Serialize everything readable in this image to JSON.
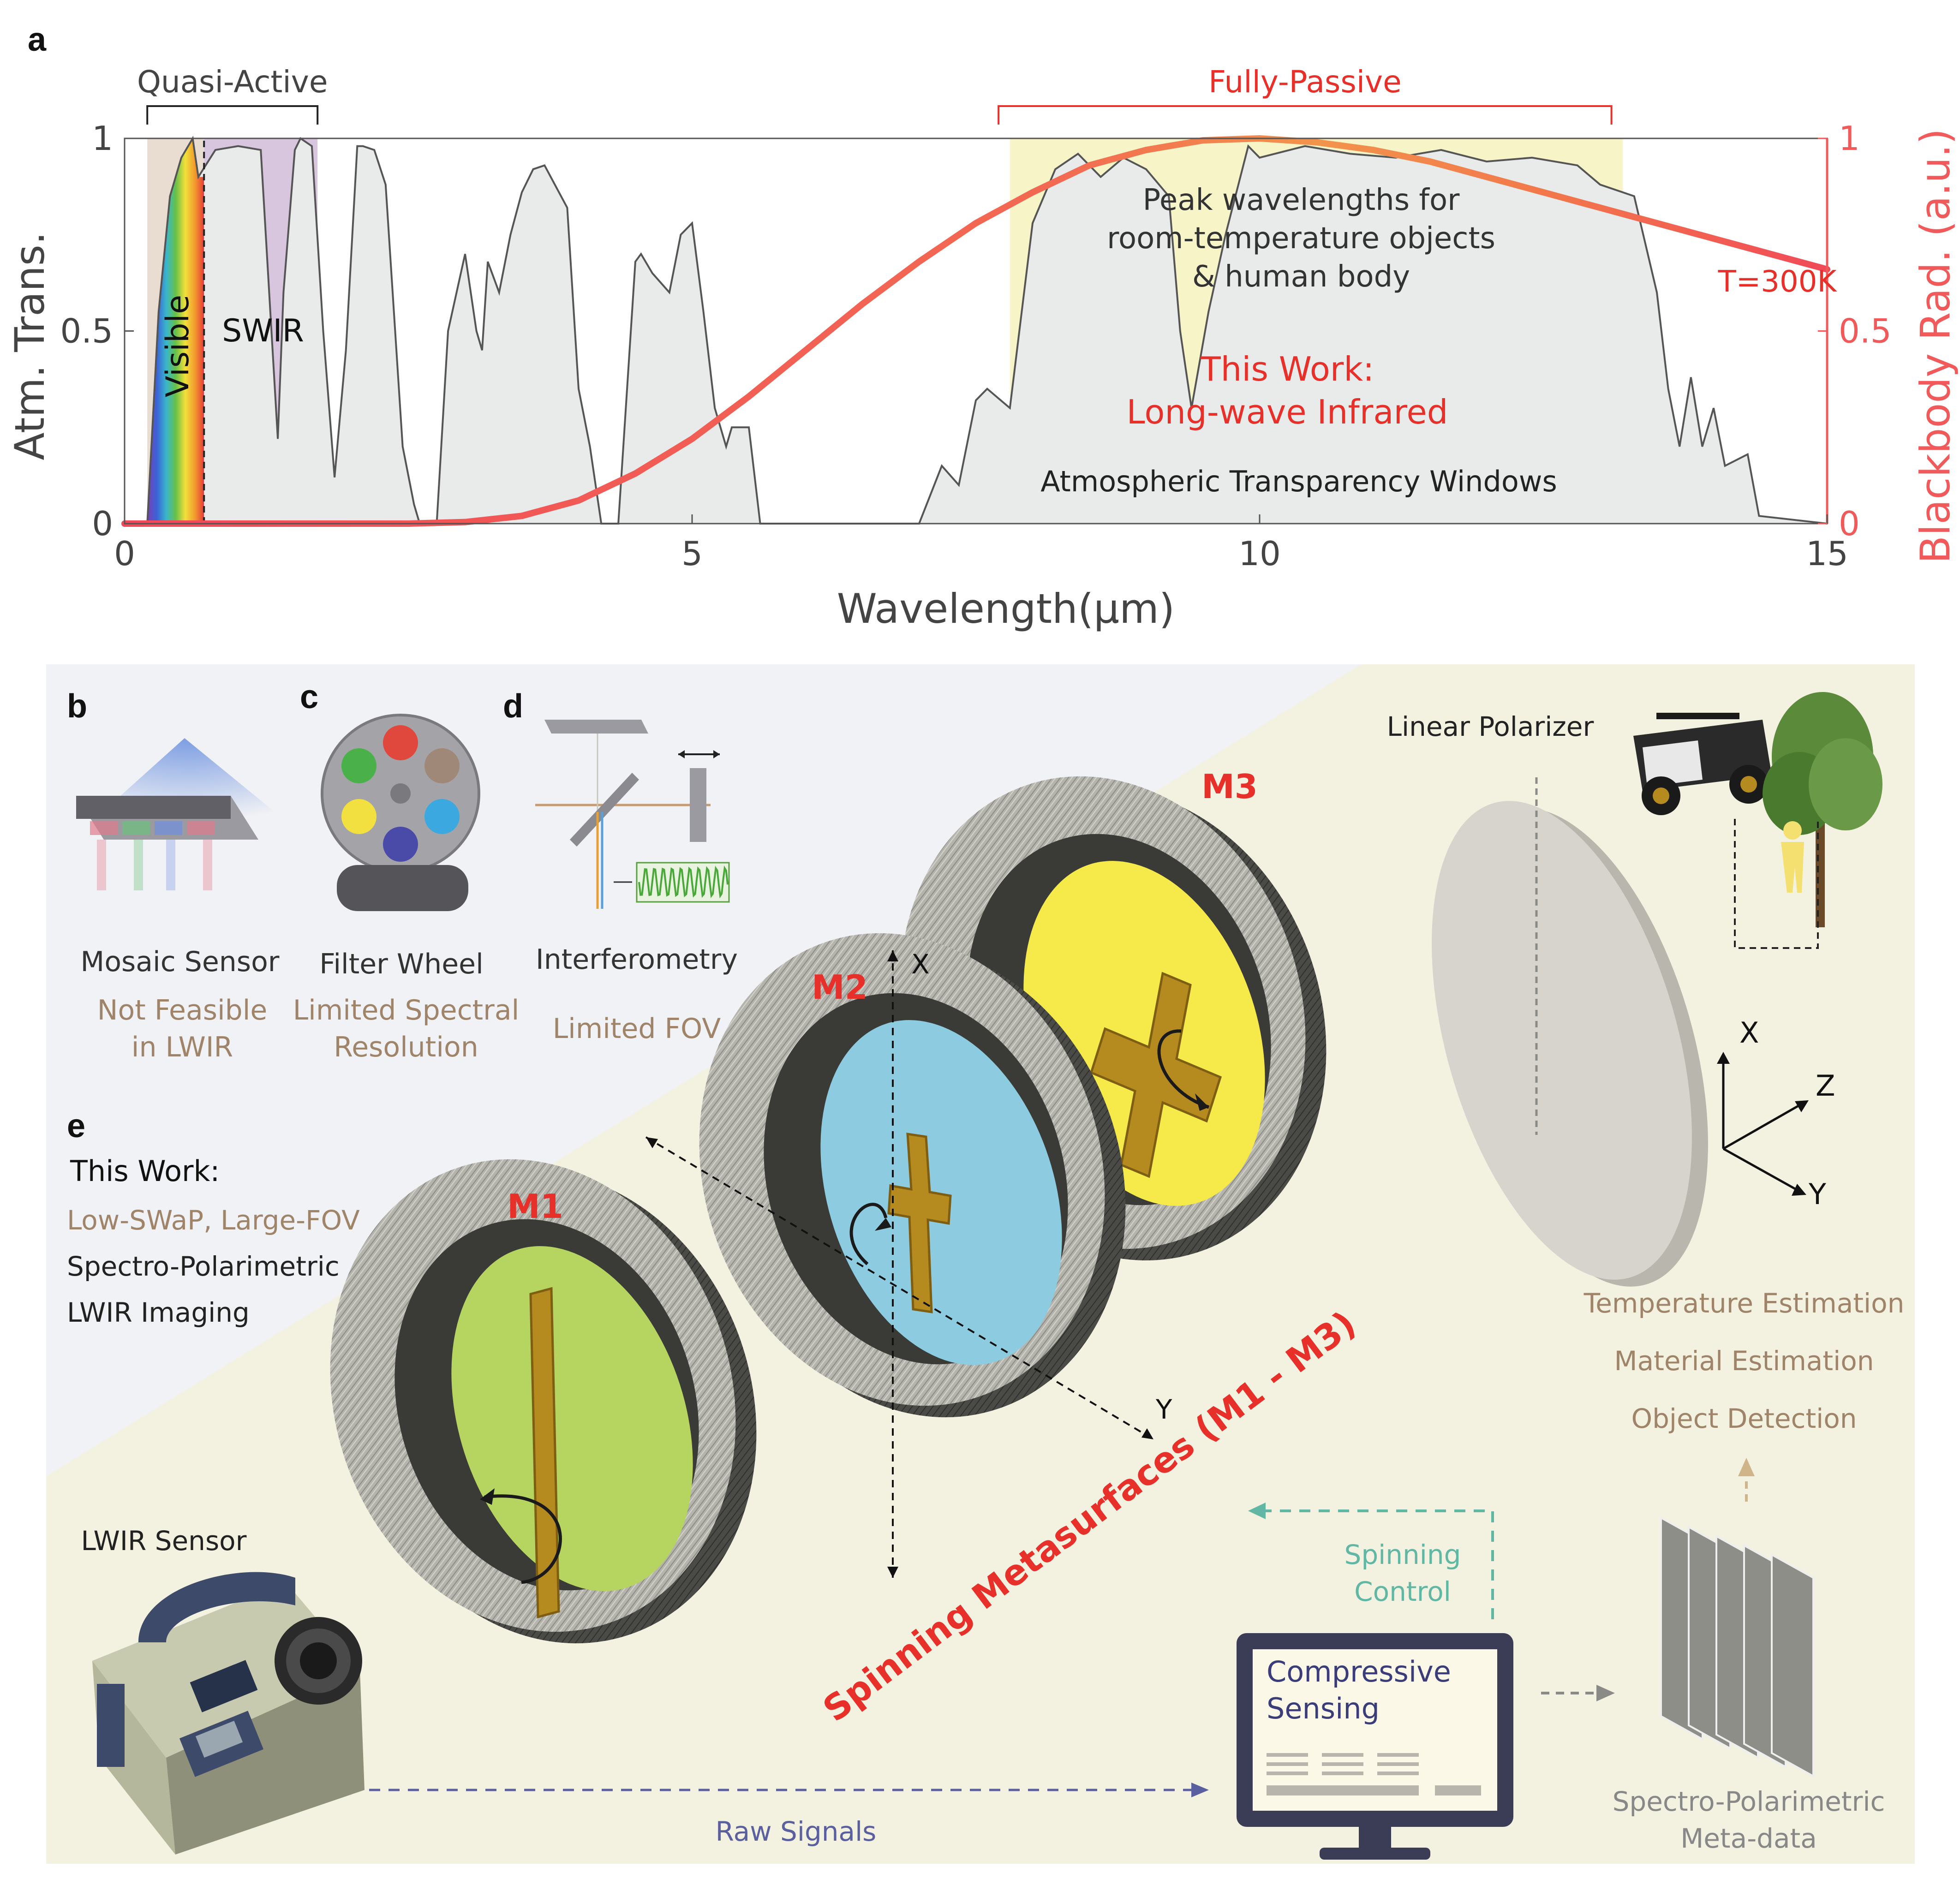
{
  "panels": {
    "a": "a",
    "b": "b",
    "c": "c",
    "d": "d",
    "e": "e"
  },
  "chart_data": {
    "type": "area",
    "xlabel": "Wavelength(μm)",
    "ylabel_left": "Atm. Trans.",
    "ylabel_right": "Blackbody Rad. (a.u.)",
    "xlim": [
      0,
      15
    ],
    "ylim": [
      0,
      1
    ],
    "x_ticks": [
      "0",
      "5",
      "10",
      "15"
    ],
    "y_ticks_left": [
      "0",
      "0.5",
      "1"
    ],
    "y_ticks_right": [
      "0",
      "0.5",
      "1"
    ],
    "series": [
      {
        "name": "Atm. Trans.",
        "x": [
          0.2,
          0.3,
          0.4,
          0.5,
          0.6,
          0.65,
          0.8,
          1.0,
          1.2,
          1.35,
          1.4,
          1.5,
          1.55,
          1.65,
          1.75,
          1.85,
          1.95,
          2.05,
          2.1,
          2.2,
          2.3,
          2.45,
          2.55,
          2.6,
          2.75,
          2.85,
          3.0,
          3.1,
          3.15,
          3.2,
          3.3,
          3.4,
          3.5,
          3.6,
          3.7,
          3.9,
          4.0,
          4.1,
          4.2,
          4.25,
          4.35,
          4.5,
          4.55,
          4.65,
          4.8,
          4.9,
          5.0,
          5.1,
          5.2,
          5.3,
          5.35,
          5.5,
          5.6,
          5.7,
          6.0,
          7.0,
          7.2,
          7.35,
          7.5,
          7.6,
          7.8,
          8.0,
          8.2,
          8.4,
          8.6,
          8.8,
          9.0,
          9.2,
          9.3,
          9.4,
          9.55,
          9.7,
          9.9,
          10.0,
          10.4,
          10.8,
          11.2,
          11.6,
          12.0,
          12.4,
          12.8,
          13.0,
          13.3,
          13.5,
          13.6,
          13.7,
          13.8,
          13.9,
          14.0,
          14.1,
          14.3,
          14.4,
          15.0
        ],
        "values": [
          0.0,
          0.55,
          0.85,
          0.95,
          1.0,
          0.9,
          0.97,
          0.98,
          0.97,
          0.22,
          0.6,
          0.97,
          1.0,
          0.98,
          0.5,
          0.12,
          0.45,
          0.98,
          0.98,
          0.97,
          0.88,
          0.2,
          0.05,
          0.0,
          0.0,
          0.5,
          0.7,
          0.5,
          0.45,
          0.68,
          0.6,
          0.75,
          0.86,
          0.92,
          0.93,
          0.82,
          0.35,
          0.2,
          0.0,
          0.0,
          0.0,
          0.68,
          0.7,
          0.65,
          0.6,
          0.75,
          0.78,
          0.55,
          0.3,
          0.2,
          0.25,
          0.25,
          0.0,
          0.0,
          0.0,
          0.0,
          0.15,
          0.1,
          0.32,
          0.35,
          0.3,
          0.78,
          0.92,
          0.96,
          0.9,
          0.95,
          0.92,
          0.85,
          0.5,
          0.3,
          0.55,
          0.75,
          0.98,
          0.95,
          0.98,
          0.96,
          0.95,
          0.97,
          0.94,
          0.95,
          0.93,
          0.88,
          0.85,
          0.6,
          0.35,
          0.2,
          0.38,
          0.2,
          0.3,
          0.15,
          0.18,
          0.02,
          0.0
        ]
      },
      {
        "name": "T=300K",
        "x": [
          0,
          1,
          2,
          2.5,
          3,
          3.5,
          4,
          4.5,
          5,
          5.5,
          6,
          6.5,
          7,
          7.5,
          8,
          8.5,
          9,
          9.5,
          10,
          10.5,
          11,
          11.5,
          12,
          12.5,
          13,
          13.5,
          14,
          14.5,
          15
        ],
        "values": [
          0,
          0,
          0,
          0.0,
          0.004,
          0.02,
          0.06,
          0.13,
          0.22,
          0.33,
          0.45,
          0.57,
          0.68,
          0.78,
          0.86,
          0.93,
          0.97,
          0.995,
          1.0,
          0.99,
          0.97,
          0.94,
          0.9,
          0.86,
          0.82,
          0.78,
          0.74,
          0.7,
          0.66
        ]
      }
    ],
    "regions": [
      {
        "label": "Visible",
        "x0": 0.2,
        "x1": 0.7
      },
      {
        "label": "SWIR",
        "x0": 0.7,
        "x1": 1.7
      },
      {
        "label": "Atmospheric Transparency Windows",
        "x0": 7.8,
        "x1": 13.2
      }
    ],
    "brackets": [
      {
        "label": "Quasi-Active",
        "x0": 0.2,
        "x1": 1.7
      },
      {
        "label": "Fully-Passive",
        "x0": 7.7,
        "x1": 13.1
      }
    ],
    "annotations": {
      "visible": "Visible",
      "swir": "SWIR",
      "peak1": "Peak wavelengths  for",
      "peak2": "room-temperature objects",
      "peak3": "& human body",
      "this1": "This Work:",
      "this2": "Long-wave Infrared",
      "windows": "Atmospheric Transparency Windows",
      "temp": "T=300K",
      "quasi": "Quasi-Active",
      "fully": "Fully-Passive"
    }
  },
  "diagram": {
    "b_title": "Mosaic Sensor",
    "b_note1": "Not Feasible",
    "b_note2": "in LWIR",
    "c_title": "Filter Wheel",
    "c_note1": "Limited Spectral",
    "c_note2": "Resolution",
    "d_title": "Interferometry",
    "d_note": "Limited FOV",
    "e_title": "This Work:",
    "e_line1": "Low-SWaP, Large-FOV",
    "e_line2": "Spectro-Polarimetric",
    "e_line3": "LWIR Imaging",
    "m1": "M1",
    "m2": "M2",
    "m3": "M3",
    "spinning": "Spinning Metasurfaces (M1 - M3)",
    "polarizer": "Linear Polarizer",
    "sensor": "LWIR Sensor",
    "cs1": "Compressive",
    "cs2": "Sensing",
    "raw": "Raw Signals",
    "spin1": "Spinning",
    "spin2": "Control",
    "meta1": "Spectro-Polarimetric",
    "meta2": "Meta-data",
    "temp": "Temperature Estimation",
    "mat": "Material Estimation",
    "obj": "Object Detection",
    "axis_x": "X",
    "axis_y": "Y",
    "axis_z": "Z"
  },
  "colors": {
    "trans_fill": "#e8ebea",
    "blackbody": "#f05a5a",
    "red_text": "#e8302a",
    "brown_text": "#a0846a",
    "panel_bg_light": "#f1f2f5",
    "panel_bg_yellow": "#f3f1df",
    "swir_fill": "#d8c6de",
    "window_fill": "#f7f5c8",
    "m1_face": "#b5d560",
    "m2_face": "#8dcbe0",
    "m3_face": "#f5ea4a",
    "gold": "#b58a1e",
    "teal": "#5fb7a4",
    "navy": "#5a5fa0"
  }
}
